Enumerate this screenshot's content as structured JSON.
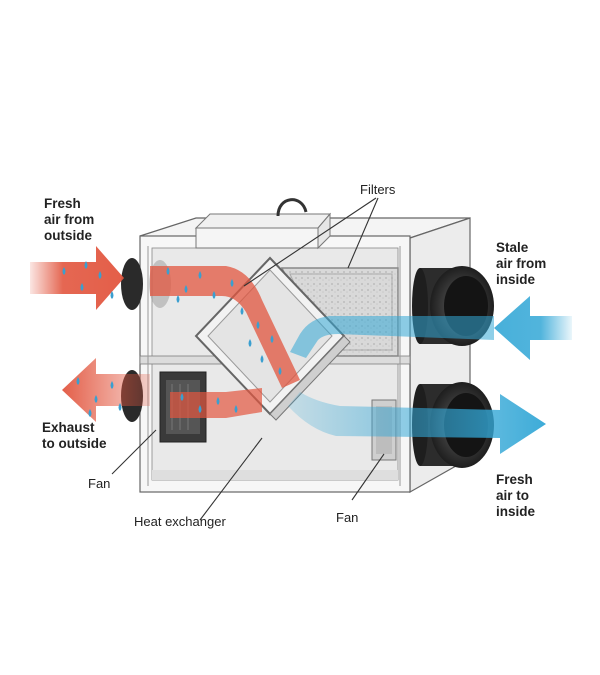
{
  "labels": {
    "fresh_air_from_outside": [
      "Fresh",
      "air from",
      "outside"
    ],
    "exhaust_to_outside": [
      "Exhaust",
      "to outside"
    ],
    "stale_air_from_inside": [
      "Stale",
      "air from",
      "inside"
    ],
    "fresh_air_to_inside": [
      "Fresh",
      "air to",
      "inside"
    ],
    "filters": "Filters",
    "fan_left": "Fan",
    "fan_right": "Fan",
    "heat_exchanger": "Heat exchanger"
  },
  "colors": {
    "warm_air": "#e2563f",
    "cool_air": "#33a7d6",
    "droplet": "#3a9fd0",
    "cabinet_outline": "#555555"
  }
}
